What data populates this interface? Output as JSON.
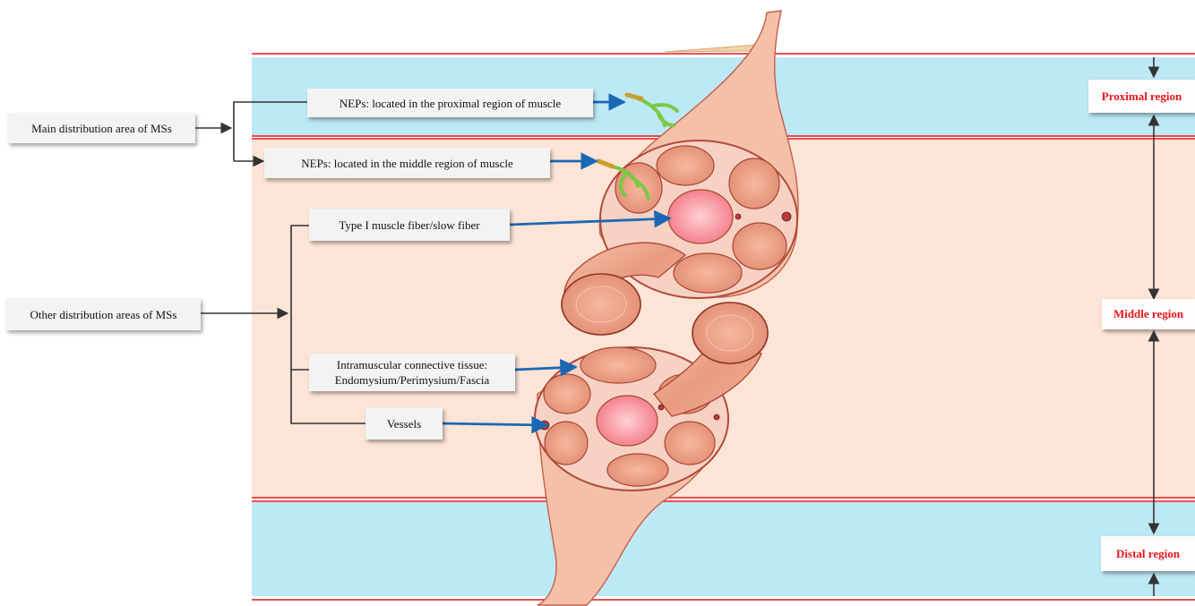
{
  "distribution": {
    "main_label": "Main distribution area of MSs",
    "other_label": "Other distribution areas of MSs"
  },
  "items": {
    "nep_proximal": "NEPs: located in the proximal region of muscle",
    "nep_middle": "NEPs: located in the middle region of muscle",
    "type1_fiber": "Type I muscle fiber/slow fiber",
    "connective_line1": "Intramuscular connective tissue:",
    "connective_line2": "Endomysium/Perimysium/Fascia",
    "vessels": "Vessels"
  },
  "regions": {
    "proximal": "Proximal region",
    "middle": "Middle region",
    "distal": "Distal region"
  },
  "colors": {
    "proximal_band": "#bde8f5",
    "middle_band": "#fce4d6",
    "distal_band": "#bde8f5",
    "boundary_line": "#e8141b",
    "region_text": "#e8141b",
    "pointer_arrow": "#1a68b4",
    "muscle": "#f2b59c",
    "fascicle": "#e8907a",
    "slow_fiber": "#f47a8a",
    "nerve_ending": "#7ac943"
  }
}
